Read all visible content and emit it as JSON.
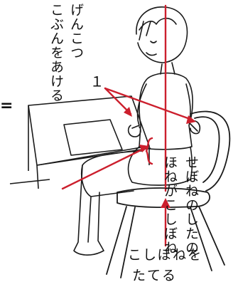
{
  "labels": {
    "fist_line1": "げんこつ",
    "fist_number": "１",
    "fist_line2": "こぶんをあける",
    "spine_line1": "せぼねのしたの",
    "spine_line2": "ほねがこしぼね",
    "sit_line1": "こしぼねを",
    "sit_line2": "たてる",
    "margin_mark": "="
  },
  "colors": {
    "annotation": "#cc1f2d",
    "ink": "#1a1a1a"
  },
  "icons": [
    "brace-icon",
    "arrow-icon"
  ]
}
